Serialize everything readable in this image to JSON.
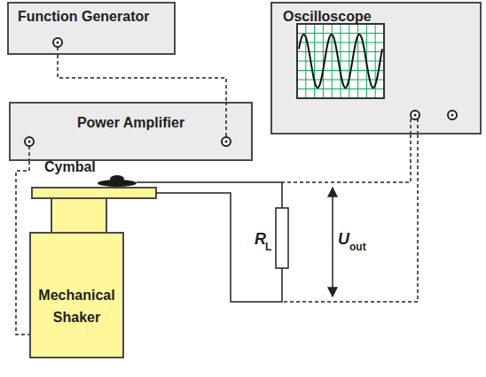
{
  "diagram": {
    "nodes": [
      {
        "text": [
          "Function Generator"
        ]
      },
      {
        "text": [
          "Oscilloscope"
        ]
      },
      {
        "text": [
          "Power Amplifier"
        ]
      },
      {
        "text": [
          "Mechanical Shaker"
        ]
      }
    ],
    "edges": [
      {
        "from": 0,
        "to": 2,
        "arrow": "none"
      },
      {
        "from": 2,
        "to": 3,
        "arrow": "none"
      }
    ],
    "labels": [
      "Cymbal",
      "R",
      "L",
      "U",
      "out"
    ]
  }
}
